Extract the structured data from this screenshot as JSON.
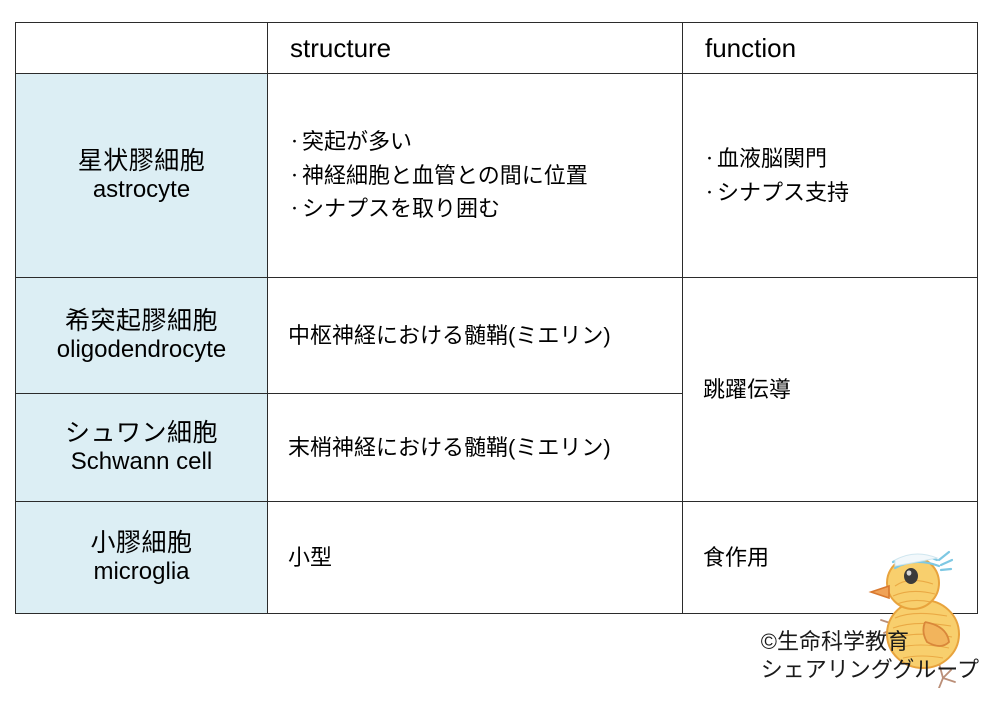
{
  "table": {
    "headers": {
      "blank": "",
      "structure": "structure",
      "function": "function"
    },
    "rows": [
      {
        "name_jp": "星状膠細胞",
        "name_en": "astrocyte",
        "structure_items": [
          "突起が多い",
          "神経細胞と血管との間に位置",
          "シナプスを取り囲む"
        ],
        "function_items": [
          "血液脳関門",
          "シナプス支持"
        ]
      },
      {
        "name_jp": "希突起膠細胞",
        "name_en": "oligodendrocyte",
        "structure_text": "中枢神経における髄鞘(ミエリン)",
        "function_text": "跳躍伝導"
      },
      {
        "name_jp": "シュワン細胞",
        "name_en": "Schwann cell",
        "structure_text": "末梢神経における髄鞘(ミエリン)",
        "function_text": ""
      },
      {
        "name_jp": "小膠細胞",
        "name_en": "microglia",
        "structure_text": "小型",
        "function_text": "食作用"
      }
    ]
  },
  "credit": {
    "line1": "©生命科学教育",
    "line2": "シェアリンググループ"
  },
  "colors": {
    "name_column_fill": "#dceef4",
    "border": "#2b2b2b",
    "chick_body": "#f5c24a",
    "chick_headband": "#7ec8e3",
    "chick_beak": "#e8863c"
  },
  "illustration": {
    "name": "chick-illustration",
    "description": "hand-drawn chick with blue headband"
  }
}
